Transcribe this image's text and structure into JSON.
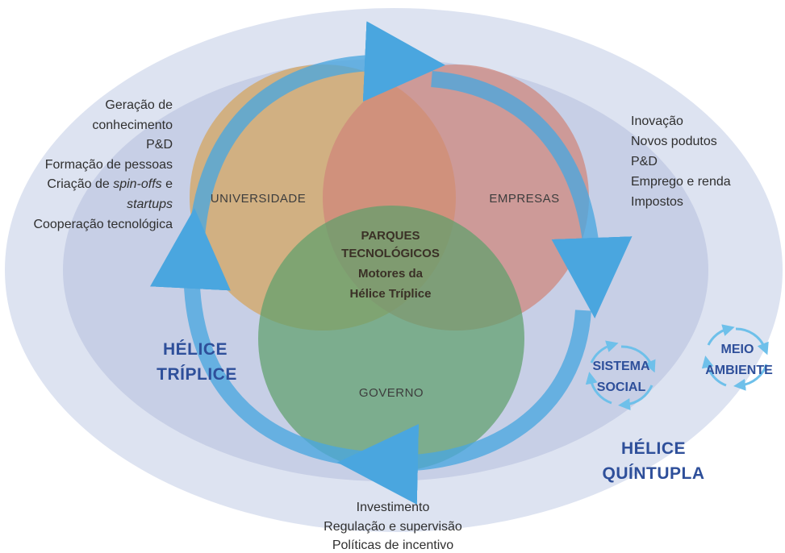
{
  "diagram": {
    "circles": {
      "universidade": "UNIVERSIDADE",
      "empresas": "EMPRESAS",
      "governo": "GOVERNO"
    },
    "center": {
      "line1": "PARQUES",
      "line2": "TECNOLÓGICOS",
      "line3": "Motores da",
      "line4": "Hélice Tríplice"
    },
    "helice_triplice": {
      "line1": "HÉLICE",
      "line2": "TRÍPLICE"
    },
    "helice_quintupla": {
      "line1": "HÉLICE",
      "line2": "QUÍNTUPLA"
    },
    "sistema_social": {
      "line1": "SISTEMA",
      "line2": "SOCIAL"
    },
    "meio_ambiente": {
      "line1": "MEIO",
      "line2": "AMBIENTE"
    },
    "universidade_outputs": {
      "l1": "Geração de",
      "l2": "conhecimento",
      "l3": "P&D",
      "l4": "Formação de pessoas",
      "l5a": "Criação de ",
      "l5b": "spin-offs",
      "l5c": " e",
      "l6": "startups",
      "l7": "Cooperação tecnológica"
    },
    "empresas_outputs": [
      "Inovação",
      "Novos podutos",
      "P&D",
      "Emprego e renda",
      "Impostos"
    ],
    "governo_outputs": [
      "Investimento",
      "Regulação e supervisão",
      "Políticas de incentivo"
    ],
    "colors": {
      "outer_ellipse": "#dde3f1",
      "inner_ellipse": "#c7cfe6",
      "universidade": "#d6a35c",
      "empresas": "#d0857a",
      "governo": "#5fa06c",
      "arrow": "#4aa6df",
      "helix_text": "#2e4f9a"
    }
  }
}
